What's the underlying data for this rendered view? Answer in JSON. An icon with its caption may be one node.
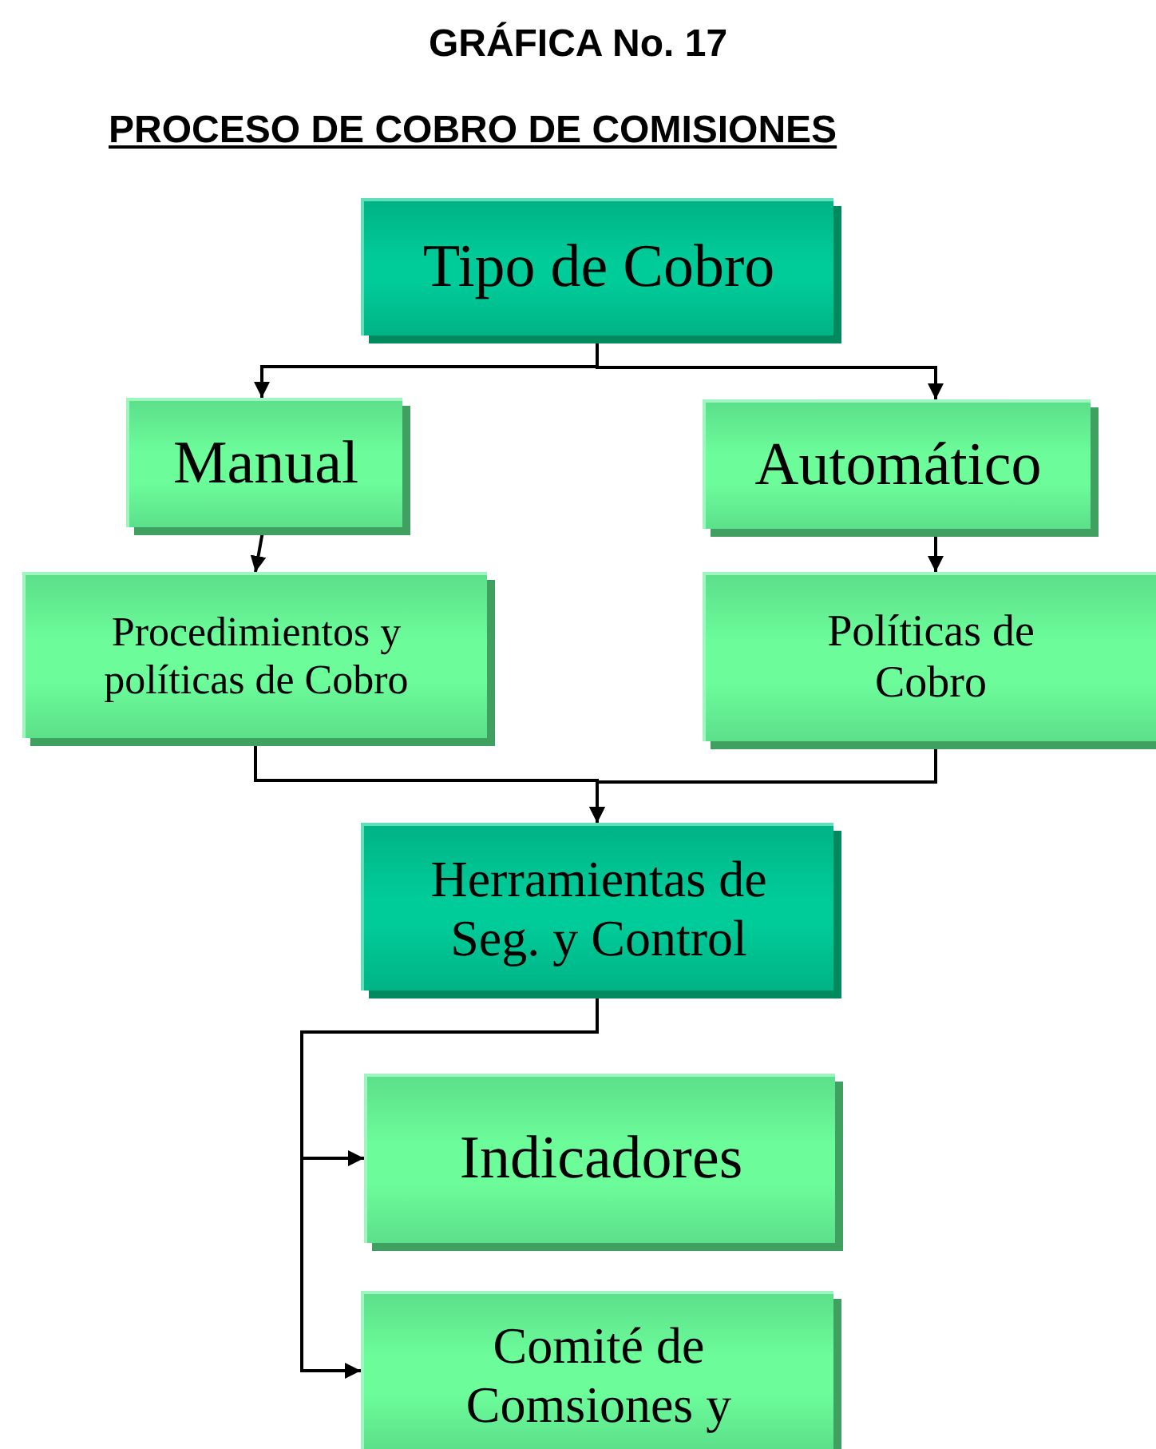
{
  "diagram": {
    "title": "GRÁFICA No. 17",
    "nodes": [
      {
        "text": [
          "Tipo de Cobro"
        ]
      },
      {
        "text": [
          "Manual"
        ]
      },
      {
        "text": [
          "Automático"
        ]
      },
      {
        "text": [
          "Procedimientos y políticas de Cobro"
        ]
      },
      {
        "text": [
          "Políticas de Cobro"
        ]
      },
      {
        "text": [
          "Herramientas de Seg. y Control"
        ]
      },
      {
        "text": [
          "Indicadores"
        ]
      },
      {
        "text": [
          "Comité de Comsiones y"
        ]
      }
    ],
    "edges": [
      {
        "from": 0,
        "to": 1,
        "arrow": "to"
      },
      {
        "from": 0,
        "to": 2,
        "arrow": "to"
      },
      {
        "from": 1,
        "to": 3,
        "arrow": "to"
      },
      {
        "from": 2,
        "to": 4,
        "arrow": "to"
      },
      {
        "from": 3,
        "to": 5,
        "arrow": "to"
      },
      {
        "from": 4,
        "to": 5,
        "arrow": "to"
      },
      {
        "from": 5,
        "to": 6,
        "arrow": "to"
      },
      {
        "from": 5,
        "to": 7,
        "arrow": "to"
      }
    ],
    "labels": [
      "PROCESO DE COBRO DE COMISIONES"
    ]
  }
}
